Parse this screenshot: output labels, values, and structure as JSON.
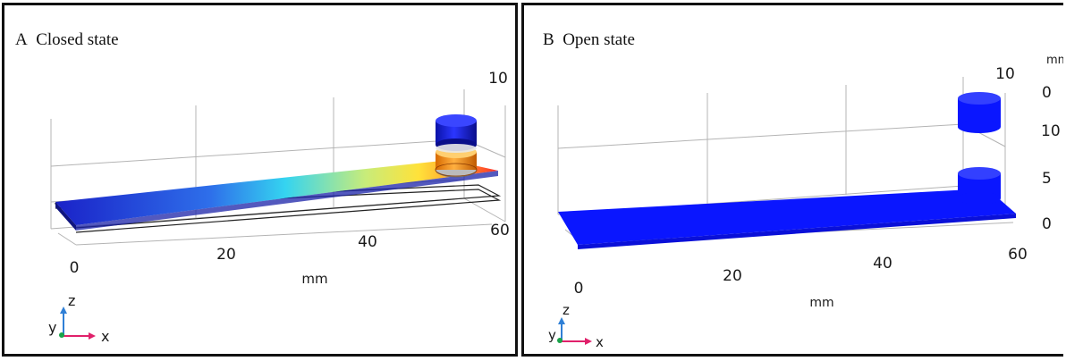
{
  "panel_a": {
    "letter": "A",
    "title": "Closed state",
    "x_ticks": [
      "0",
      "20",
      "40",
      "60"
    ],
    "z_tick": "10",
    "x_unit": "mm",
    "triad": {
      "z": "z",
      "y": "y",
      "x": "x"
    }
  },
  "panel_b": {
    "letter": "B",
    "title": "Open state",
    "x_ticks": [
      "0",
      "20",
      "40",
      "60"
    ],
    "z_ticks": [
      "10",
      "0",
      "10",
      "5",
      "0"
    ],
    "z_unit": "mm",
    "x_unit": "mm",
    "triad": {
      "z": "z",
      "y": "y",
      "x": "x"
    }
  },
  "colors": {
    "magnet": "#1010e8",
    "axis_grid": "#b4b4b4",
    "triad_z": "#2f7fd6",
    "triad_x": "#e0206a",
    "triad_y": "#1aa34a",
    "border": "#111111"
  }
}
